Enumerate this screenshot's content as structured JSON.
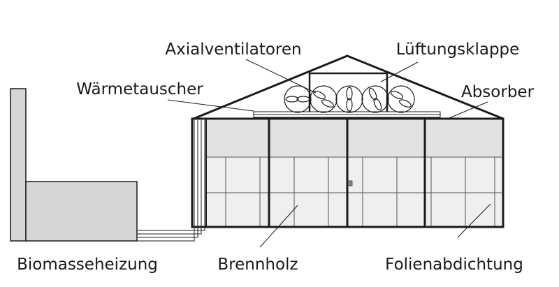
{
  "labels": {
    "axialventilatoren": "Axialventilatoren",
    "lueftungsklappe": "Lüftungsklappe",
    "waermetauscher": "Wärmetauscher",
    "absorber": "Absorber",
    "biomasseheizung": "Biomasseheizung",
    "brennholz": "Brennholz",
    "folienabdichtung": "Folienabdichtung"
  },
  "colors": {
    "line": "#1a1a1a",
    "band": "#e2e2e2",
    "wall": "#efefef",
    "boiler": "#d6d6d6"
  }
}
